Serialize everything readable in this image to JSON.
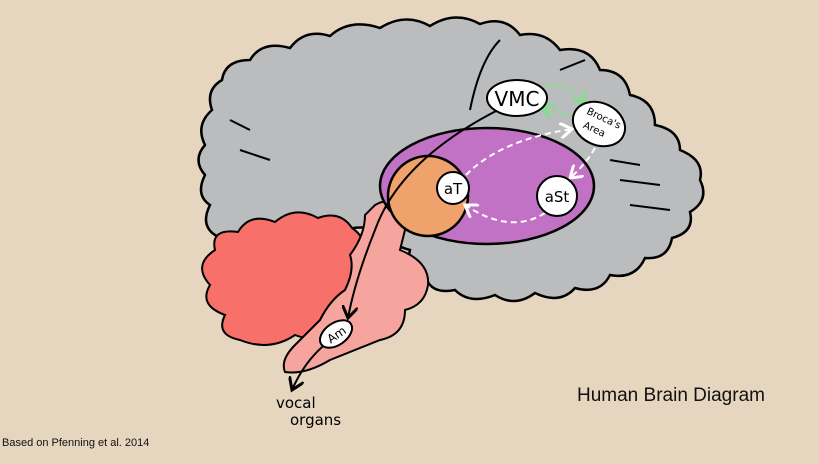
{
  "title": "Human Brain Diagram",
  "credit": "Based on Pfenning et al. 2014",
  "labels": {
    "vmc": "VMC",
    "broca_line1": "Broca's",
    "broca_line2": "Area",
    "at": "aT",
    "ast": "aSt",
    "am": "Am",
    "vocal_line1": "vocal",
    "vocal_line2": "organs"
  },
  "colors": {
    "background": "#e6d5bf",
    "cortex": "#babcbe",
    "cerebellum": "#f7706a",
    "brainstem": "#f5a59e",
    "striatum_region": "#c272c4",
    "thalamus_region": "#efa26c",
    "broca_vmc_arrows": "#7fe08a",
    "pathway_arrows": "#ffffff"
  }
}
